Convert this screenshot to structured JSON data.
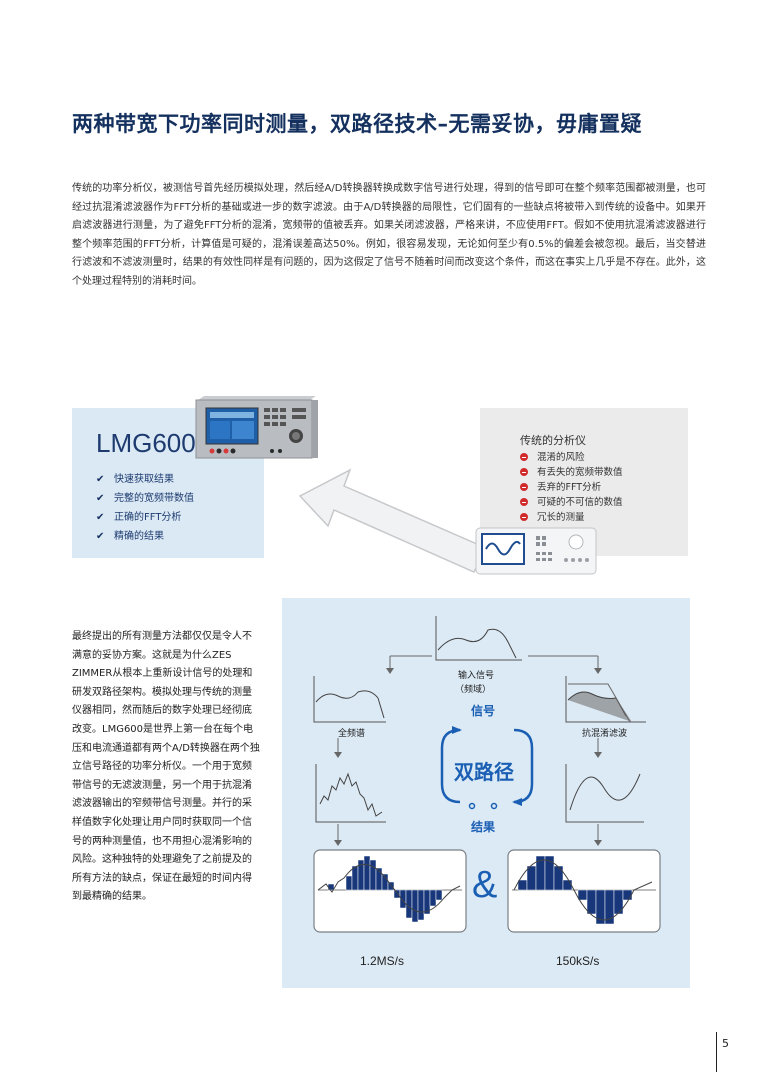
{
  "title": "两种带宽下功率同时测量，双路径技术–无需妥协，毋庸置疑",
  "intro_paragraph": "传统的功率分析仪，被测信号首先经历模拟处理，然后经A/D转换器转换成数字信号进行处理，得到的信号即可在整个频率范围都被测量，也可经过抗混淆滤波器作为FFT分析的基础或进一步的数字滤波。由于A/D转换器的局限性，它们固有的一些缺点将被带入到传统的设备中。如果开启滤波器进行测量，为了避免FFT分析的混淆，宽频带的值被丢弃。如果关闭滤波器，严格来讲，不应使用FFT。假如不使用抗混淆滤波器进行整个频率范围的FFT分析，计算值是可疑的，混淆误差高达50%。例如，很容易发现，无论如何至少有0.5%的偏差会被忽视。最后，当交替进行滤波和不滤波测量时，结果的有效性同样是有问题的，因为这假定了信号不随着时间而改变这个条件，而这在事实上几乎是不存在。此外，这个处理过程特别的消耗时间。",
  "lmg": {
    "title": "LMG600",
    "items": [
      "快速获取结果",
      "完整的宽频带数值",
      "正确的FFT分析",
      "精确的结果"
    ]
  },
  "traditional": {
    "title": "传统的分析仪",
    "items": [
      "混淆的风险",
      "有丢失的宽频带数值",
      "丢弃的FFT分析",
      "可疑的不可信的数值",
      "冗长的测量"
    ]
  },
  "body_paragraph": "最终提出的所有测量方法都仅仅是令人不满意的妥协方案。这就是为什么ZES ZIMMER从根本上重新设计信号的处理和研发双路径架构。模拟处理与传统的测量仪器相同，然而随后的数字处理已经彻底改变。LMG600是世界上第一台在每个电压和电流通道都有两个A/D转换器在两个独立信号路径的功率分析仪。一个用于宽频带信号的无滤波测量，另一个用于抗混淆滤波器输出的窄频带信号测量。并行的采样值数字化处理让用户同时获取同一个信号的两种测量值，也不用担心混淆影响的风险。这种独特的处理避免了之前提及的所有方法的缺点，保证在最短的时间内得到最精确的结果。",
  "diagram": {
    "input_label_1": "输入信号",
    "input_label_2": "（频域）",
    "signal_label": "信号",
    "full_spectrum_label": "全频谱",
    "filter_label": "抗混淆滤波",
    "center_label": "双路径",
    "result_label": "结果",
    "amp": "&",
    "rate_left": "1.2MS/s",
    "rate_right": "150kS/s"
  },
  "page_number": "5"
}
